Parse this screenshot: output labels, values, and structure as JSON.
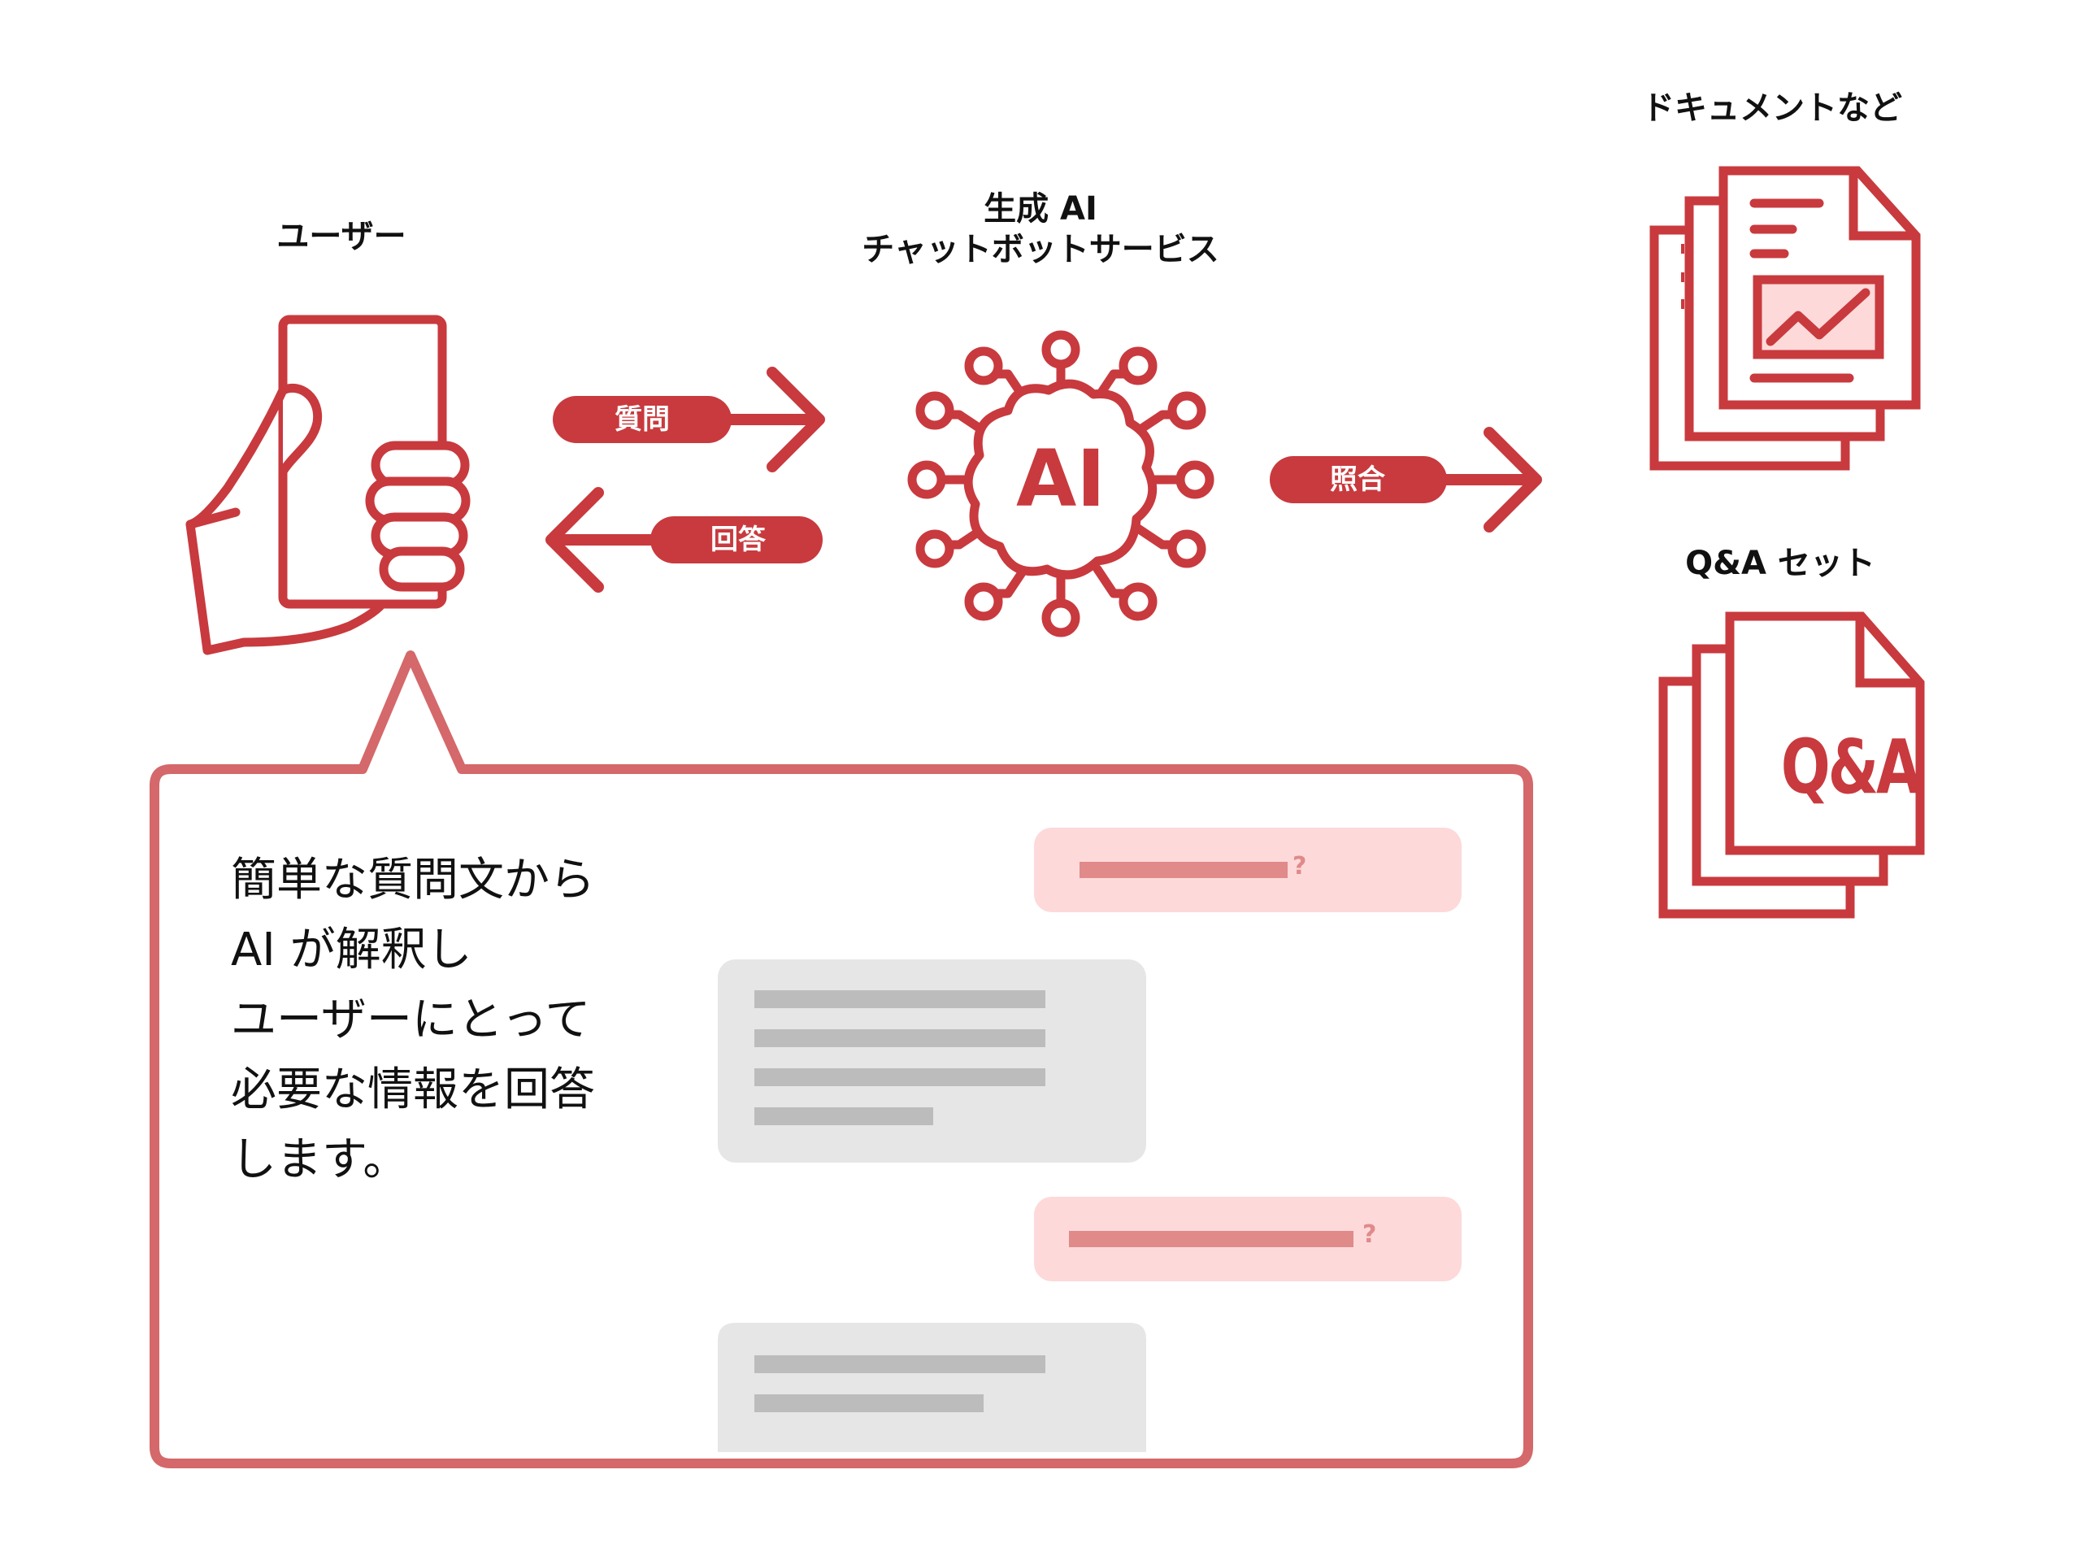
{
  "colors": {
    "accent": "#c83a3e",
    "bubble_border": "#d4686a",
    "user_bubble_bg": "#fdd9da",
    "user_bubble_bar": "#e08a8a",
    "ai_bubble_bg": "#e6e6e6",
    "ai_bubble_bar": "#bcbcbc"
  },
  "nodes": {
    "user": {
      "label": "ユーザー",
      "icon": "hand-holding-phone-icon"
    },
    "ai_service": {
      "label_line1": "生成 AI",
      "label_line2": "チャットボットサービス",
      "icon": "ai-chip-icon",
      "chip_text": "AI"
    },
    "documents": {
      "label": "ドキュメントなど",
      "icon": "document-stack-icon"
    },
    "qa_set": {
      "label": "Q&A セット",
      "icon": "qa-document-stack-icon",
      "doc_text": "Q&A"
    }
  },
  "edges": {
    "question": {
      "label": "質問",
      "direction": "user-to-ai"
    },
    "answer": {
      "label": "回答",
      "direction": "ai-to-user"
    },
    "lookup": {
      "label": "照合",
      "direction": "ai-to-sources"
    }
  },
  "callout": {
    "description_lines": [
      "簡単な質問文から",
      "AI が解釈し",
      "ユーザーにとって",
      "必要な情報を回答",
      "します。"
    ],
    "chat": [
      {
        "role": "user",
        "mark": "?"
      },
      {
        "role": "ai",
        "lines": 4
      },
      {
        "role": "user",
        "mark": "?"
      },
      {
        "role": "ai",
        "lines": 2
      }
    ]
  }
}
